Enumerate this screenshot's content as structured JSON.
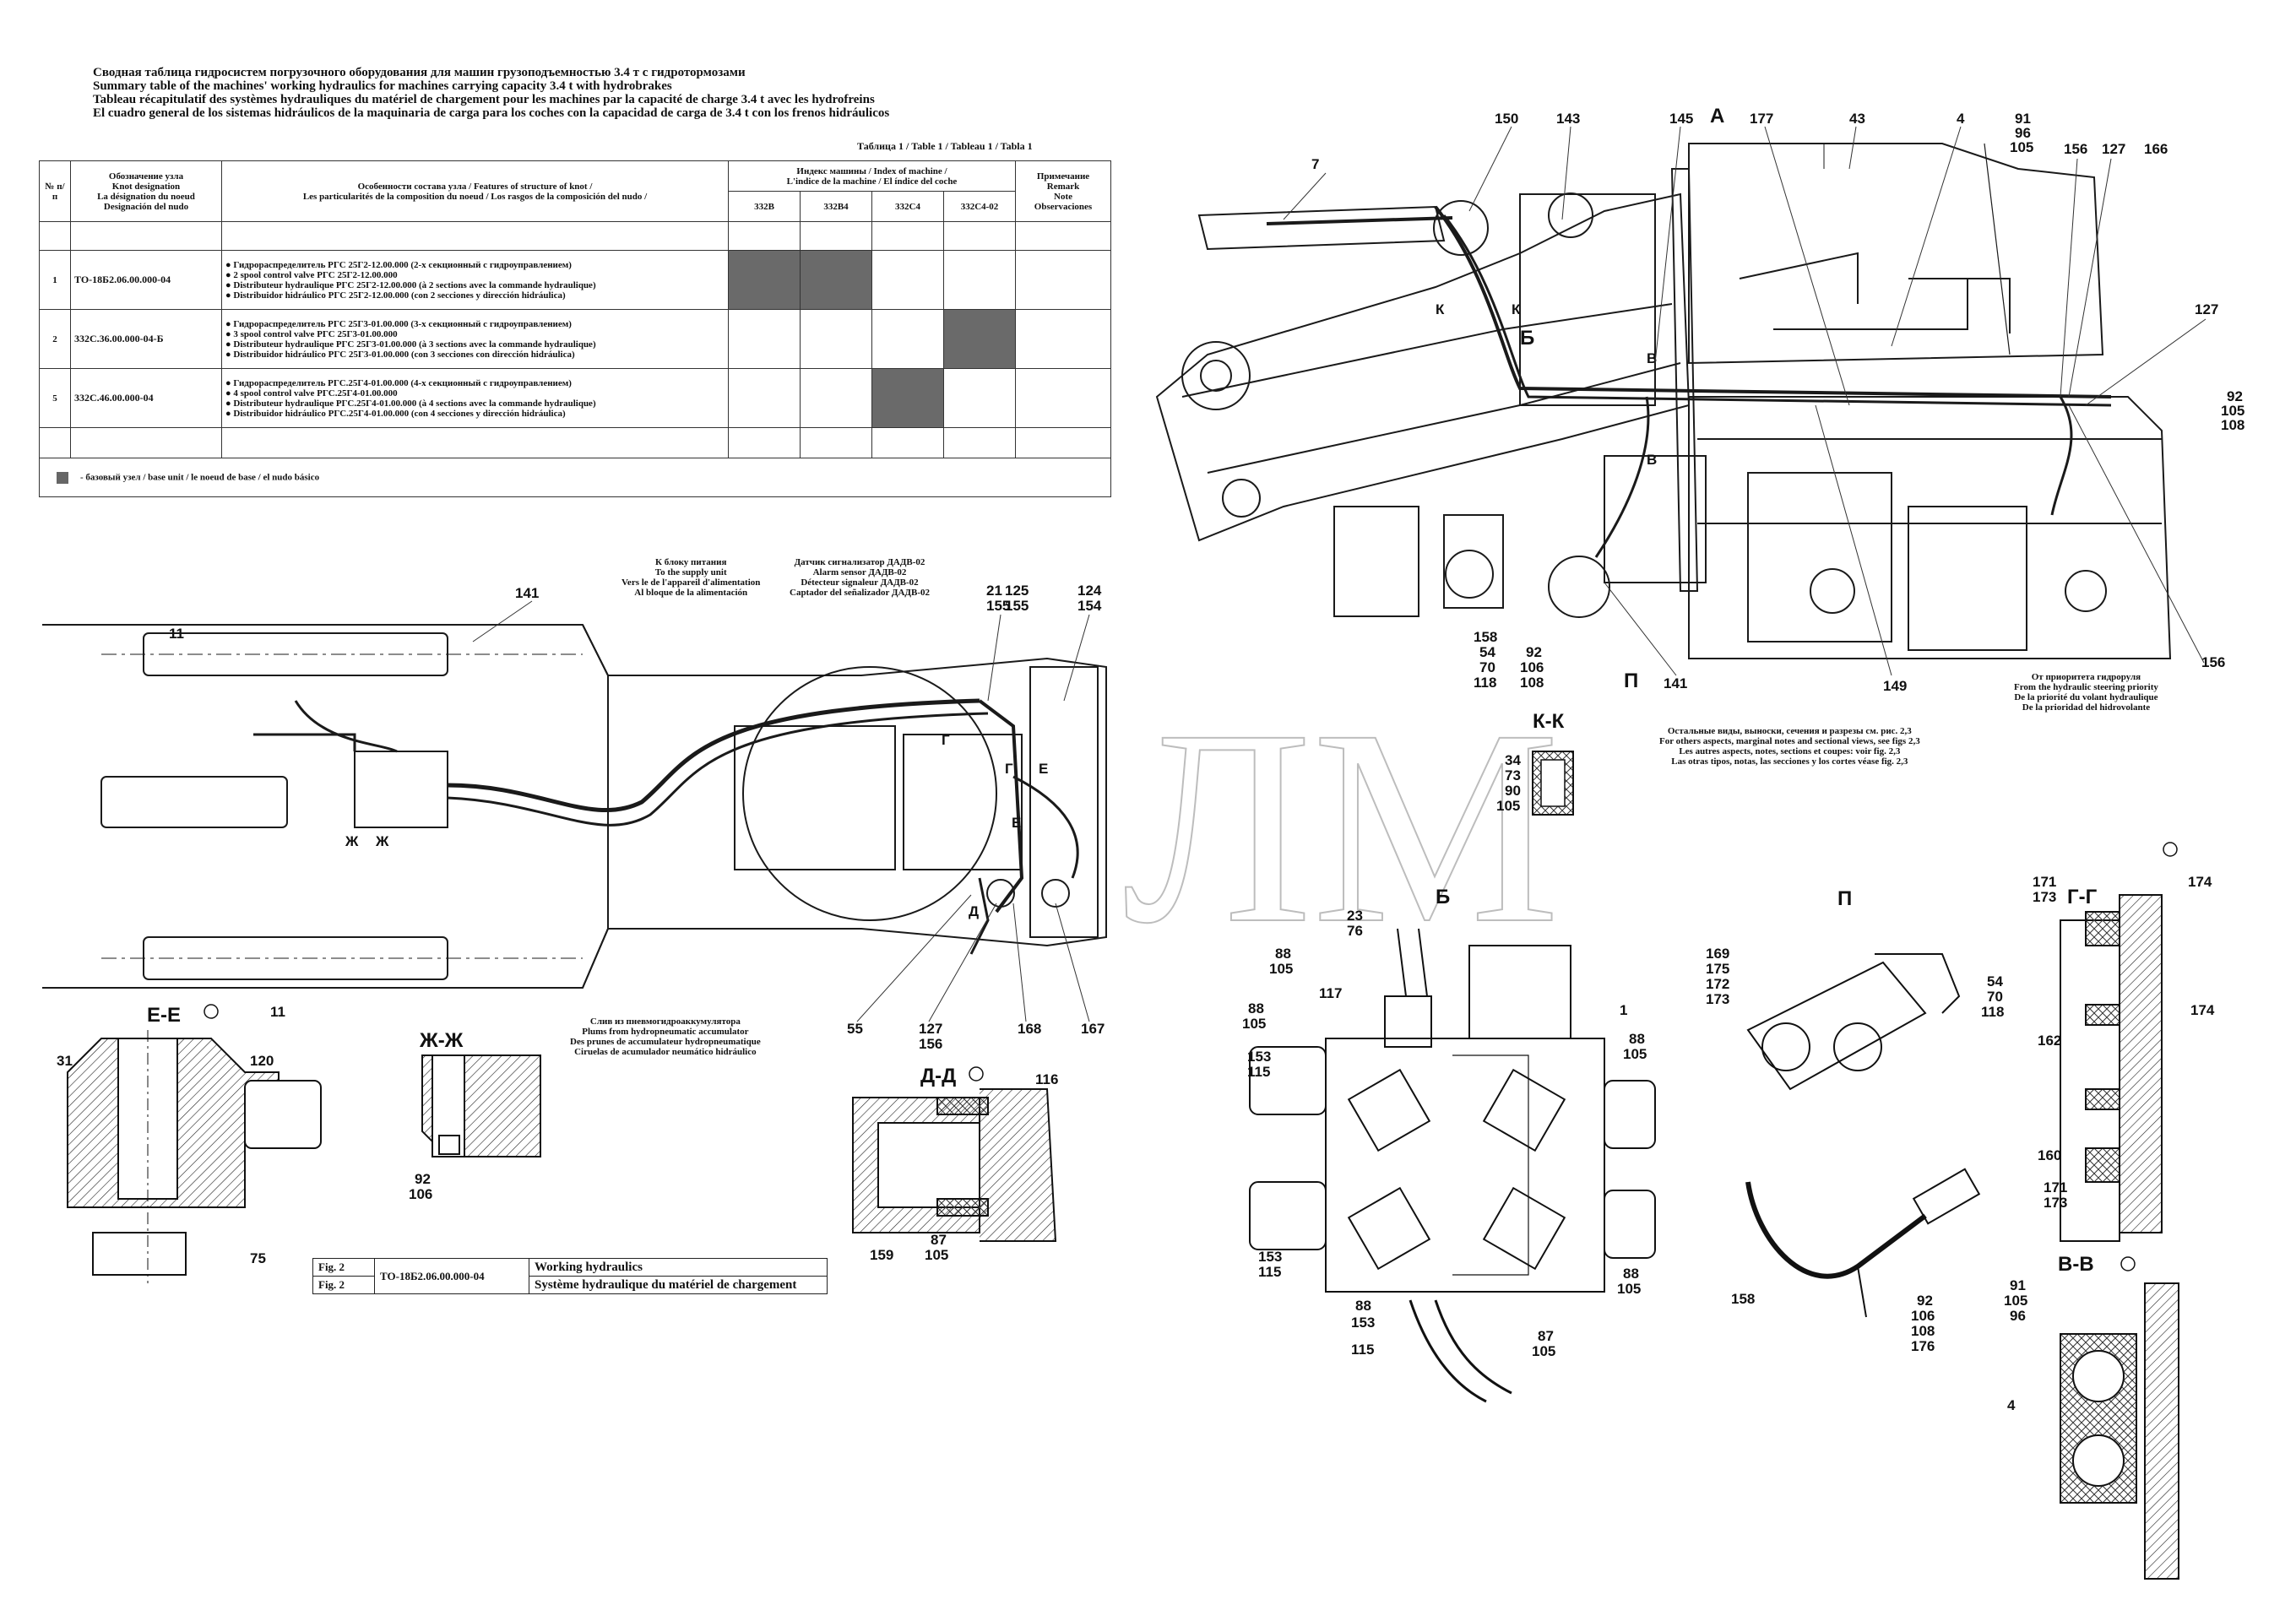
{
  "titles": [
    "Сводная таблица гидросистем погрузочного оборудования для машин грузоподъемностью 3.4 т с гидротормозами",
    "Summary table of the machines' working hydraulics for machines carrying capacity 3.4 t with hydrobrakes",
    "Tableau récapitulatif des systèmes hydrauliques du matériel de chargement pour les machines par la capacité de charge 3.4 t avec les hydrofreins",
    "El cuadro general de los sistemas hidráulicos de la maquinaria de carga para los coches con la capacidad de carga de 3.4 t con los frenos hidráulicos"
  ],
  "table_caption": "Таблица 1 / Table 1 / Tableau 1 / Tabla 1",
  "table": {
    "h_num": "№ п/п",
    "h_knot": [
      "Обозначение узла",
      "Knot designation",
      "La désignation du noeud",
      "Designación del nudo"
    ],
    "h_features": [
      "Особенности состава узла / Features of structure of knot /",
      "Les particularités de la composition du noeud / Los rasgos de la composición del nudo /"
    ],
    "h_index": [
      "Индекс машины / Index of machine /",
      "L'indice de la machine / El índice del coche"
    ],
    "h_remark": [
      "Примечание",
      "Remark",
      "Note",
      "Observaciones"
    ],
    "machines": [
      "332В",
      "332В4",
      "332С4",
      "332С4-02"
    ],
    "rows": [
      {
        "num": "1",
        "knot": "ТО-18Б2.06.00.000-04",
        "lines": [
          "● Гидрораспределитель РГС 25Г2-12.00.000 (2-х секционный с гидроуправлением)",
          "● 2 spool control valve РГС 25Г2-12.00.000",
          "● Distributeur hydraulique РГС 25Г2-12.00.000 (à 2 sections avec la commande hydraulique)",
          "● Distribuidor hidráulico РГС 25Г2-12.00.000 (con 2 secciones y dirección hidráulica)"
        ],
        "filled": [
          true,
          true,
          false,
          false
        ]
      },
      {
        "num": "2",
        "knot": "332С.36.00.000-04-Б",
        "lines": [
          "● Гидрораспределитель РГС 25Г3-01.00.000 (3-х секционный с гидроуправлением)",
          "● 3 spool control valve РГС 25Г3-01.00.000",
          "● Distributeur hydraulique РГС 25Г3-01.00.000 (à 3 sections avec la commande hydraulique)",
          "● Distribuidor hidráulico РГС 25Г3-01.00.000 (con 3 secciones con dirección hidráulica)"
        ],
        "filled": [
          false,
          false,
          false,
          true
        ]
      },
      {
        "num": "5",
        "knot": "332С.46.00.000-04",
        "lines": [
          "● Гидрораспределитель РГС.25Г4-01.00.000 (4-х секционный с гидроуправлением)",
          "● 4 spool control valve РГС.25Г4-01.00.000",
          "● Distributeur hydraulique РГС.25Г4-01.00.000 (à 4 sections avec la commande hydraulique)",
          "● Distribuidor hidráulico РГС.25Г4-01.00.000 (con 4 secciones y dirección hidráulica)"
        ],
        "filled": [
          false,
          false,
          true,
          false
        ]
      }
    ],
    "legend": "- базовый узел / base unit / le noeud de base / el nudo básico"
  },
  "notes": {
    "supply": [
      "К блоку питания",
      "To the supply unit",
      "Vers le de l'appareil d'alimentation",
      "Al bloque de la alimentación"
    ],
    "sensor": [
      "Датчик сигнализатор ДАДВ-02",
      "Alarm sensor ДАДВ-02",
      "Détecteur signaleur ДАДВ-02",
      "Captador del señalizador ДАДВ-02"
    ],
    "accumulator": [
      "Слив из пневмогидроаккумулятора",
      "Plums from hydropneumatic accumulator",
      "Des prunes de accumulateur hydropneumatique",
      "Ciruelas de acumulador neumático hidráulico"
    ],
    "priority": [
      "От приоритета гидроруля",
      "From the hydraulic steering priority",
      "De la priorité du volant hydraulique",
      "De la prioridad del hidrovolante"
    ],
    "others": [
      "Остальные виды, выноски, сечения и разрезы см. рис. 2,3",
      "For others aspects, marginal notes and sectional views, see figs 2,3",
      "Les autres aspects, notes, sections et coupes: voir fig. 2,3",
      "Las otras tipos, notas, las secciones y los cortes véase fig. 2,3"
    ]
  },
  "stamp": {
    "fig1": "Fig. 2",
    "fig2": "Fig. 2",
    "code": "ТО-18Б2.06.00.000-04",
    "name1": "Working hydraulics",
    "name2": "Système hydraulique du matériel de chargement"
  },
  "watermark": "ЛМ",
  "views": {
    "A": "А",
    "B": "Б",
    "P": "П",
    "KK": "К-К",
    "EE": "Е-Е",
    "ZhZh": "Ж-Ж",
    "DD": "Д-Д",
    "GG": "Г-Г",
    "VV": "В-В"
  },
  "callouts": {
    "c7": "7",
    "c150": "150",
    "c143": "143",
    "c145": "145",
    "c177": "177",
    "c43": "43",
    "c4": "4",
    "c91": "91",
    "c96": "96",
    "c105": "105",
    "c156": "156",
    "c127": "127",
    "c166": "166",
    "c127b": "127",
    "c92": "92",
    "c105b": "105",
    "c108": "108",
    "c156b": "156",
    "c149": "149",
    "c141": "141",
    "c158": "158",
    "c54": "54",
    "c70": "70",
    "c118": "118",
    "c92b": "92",
    "c106": "106",
    "c108b": "108",
    "K1": "К",
    "K2": "К",
    "B1": "Б",
    "V1": "В",
    "V2": "В",
    "c11a": "11",
    "c141b": "141",
    "c21": "21",
    "c155": "155",
    "c125": "125",
    "c155b": "155",
    "c124": "124",
    "c154": "154",
    "c11b": "11",
    "c55": "55",
    "c127c": "127",
    "c156c": "156",
    "c168": "168",
    "c167": "167",
    "G1": "Г",
    "G2": "Г",
    "E1": "Е",
    "E2": "Е",
    "D1": "Д",
    "Zh1": "Ж",
    "Zh2": "Ж",
    "c34": "34",
    "c73": "73",
    "c90": "90",
    "c105c": "105",
    "c31": "31",
    "c120": "120",
    "c75": "75",
    "c92c": "92",
    "c106b": "106",
    "c116": "116",
    "c159": "159",
    "c87": "87",
    "c105d": "105",
    "c23": "23",
    "c76": "76",
    "c88": "88",
    "c105e": "105",
    "c117": "117",
    "c1": "1",
    "c88b": "88",
    "c105f": "105",
    "c153": "153",
    "c115": "115",
    "c153b": "153",
    "c115b": "115",
    "c88c": "88",
    "c153c": "153",
    "c115c": "115",
    "c88d": "88",
    "c105g": "105",
    "c87b": "87",
    "c105h": "105",
    "c169": "169",
    "c175": "175",
    "c172": "172",
    "c173": "173",
    "c54b": "54",
    "c70b": "70",
    "c118b": "118",
    "c158b": "158",
    "c92d": "92",
    "c106c": "106",
    "c108c": "108",
    "c176": "176",
    "c171": "171",
    "c173b": "173",
    "c174": "174",
    "c162": "162",
    "c174b": "174",
    "c160": "160",
    "c171b": "171",
    "c173c": "173",
    "c91b": "91",
    "c105i": "105",
    "c96b": "96",
    "c4b": "4"
  }
}
